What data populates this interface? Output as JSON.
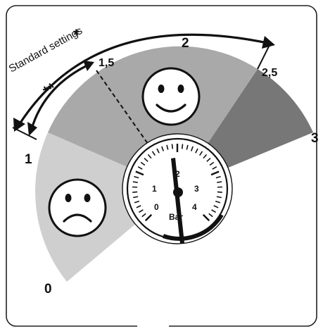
{
  "diagram": {
    "standard_settings_label": "Standard settings",
    "single_star": "*",
    "double_star": "**",
    "fan_labels": {
      "zero": "0",
      "one": "1",
      "one_five": "1,5",
      "two": "2",
      "two_five": "2,5",
      "three": "3"
    },
    "gauge": {
      "unit": "Bar",
      "scale": [
        "0",
        "1",
        "2",
        "3",
        "4"
      ]
    },
    "zones": {
      "low": {
        "face": "sad",
        "color": "#cfcfcf"
      },
      "normal": {
        "face": "happy",
        "color": "#a9a9a9"
      },
      "high": {
        "face": "none",
        "color": "#777777"
      }
    }
  }
}
